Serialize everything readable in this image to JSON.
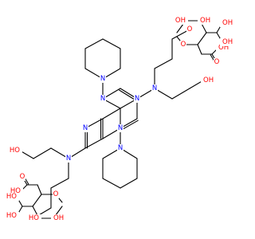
{
  "colors": {
    "bond": "#000000",
    "nitrogen": "#0000ff",
    "oxygen": "#ff0000",
    "background": "#ffffff"
  },
  "atom_labels": {
    "nitrogen": "N",
    "oxygen": "O",
    "hydroxyl": "OH",
    "hydroxyl_left": "HO"
  }
}
